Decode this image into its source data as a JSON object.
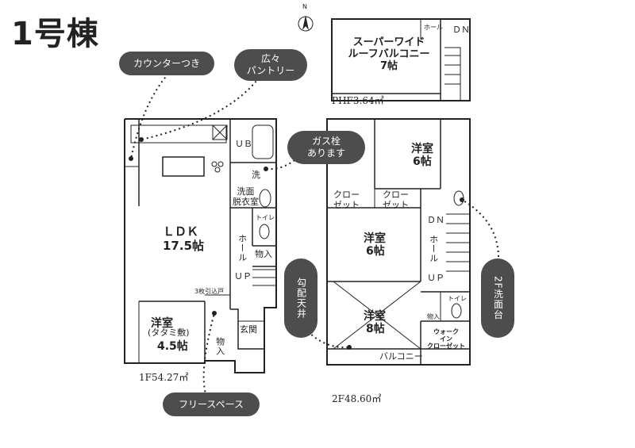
{
  "title": "1号棟",
  "compass": "N",
  "floor1": {
    "area": "1F54.27㎡",
    "rooms": {
      "ldk_name": "ＬＤＫ",
      "ldk_size": "17.5帖",
      "washitsu_name": "洋室",
      "washitsu_sub": "(タタミ敷)",
      "washitsu_size": "4.5帖",
      "ub": "ＵＢ",
      "wash_room": "洗面\n脱衣室",
      "toilet": "トイレ",
      "hall": "ホール",
      "storage": "物入",
      "storage2": "物入",
      "up": "ＵＰ",
      "entrance": "玄関",
      "sliding_door": "3枚引込戸",
      "wash": "洗"
    }
  },
  "floor2": {
    "area": "2F48.60㎡",
    "rooms": {
      "room_a_name": "洋室",
      "room_a_size": "6帖",
      "room_b_name": "洋室",
      "room_b_size": "6帖",
      "room_c_name": "洋室",
      "room_c_size": "8帖",
      "closet1": "クロー\nゼット",
      "closet2": "クロー\nゼット",
      "dn": "ＤＮ",
      "hall": "ホール",
      "up": "ＵＰ",
      "toilet": "トイレ",
      "storage": "物入",
      "wic": "ウォーク\nイン\nクローゼット",
      "balcony": "バルコニー"
    }
  },
  "roof": {
    "area": "PHF3.64㎡",
    "balcony_line1": "スーパーワイド",
    "balcony_line2": "ルーフバルコニー",
    "balcony_size": "7帖",
    "hall": "ホール",
    "dn": "ＤＮ"
  },
  "callouts": {
    "counter": "カウンターつき",
    "pantry": "広々\nパントリー",
    "gas": "ガス栓\nあります",
    "ceiling": "勾配天井",
    "free_space": "フリースペース",
    "washbasin": "2F洗面台"
  },
  "colors": {
    "bubble": "#4d4d4d",
    "wall": "#222222"
  }
}
